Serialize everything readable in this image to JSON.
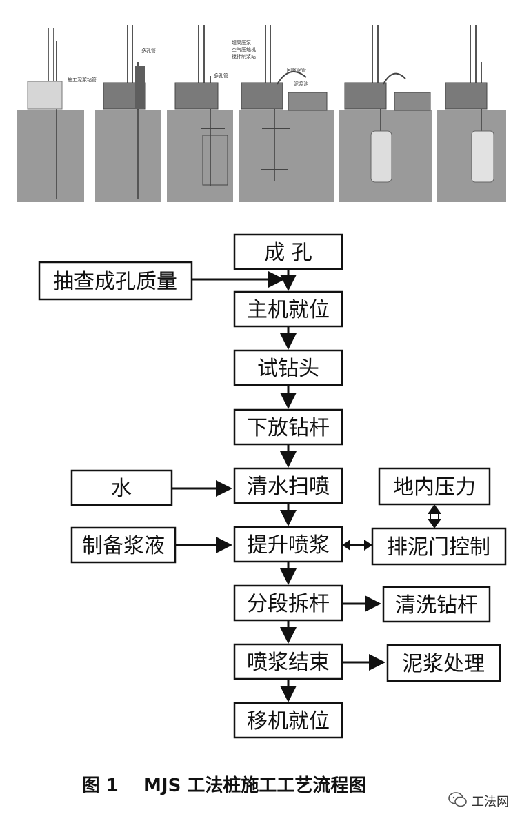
{
  "illustration": {
    "panel_labels": [
      {
        "text": "施工泥浆钻管"
      },
      {
        "text": "多孔管"
      },
      {
        "text": "多孔管"
      },
      {
        "text": "超高压泵"
      },
      {
        "text": "空气压缩机"
      },
      {
        "text": "搅拌制浆站"
      },
      {
        "text": "回浆泥管"
      },
      {
        "text": "泥浆池"
      }
    ]
  },
  "flowchart": {
    "steps": {
      "s1": "成 孔",
      "s2": "主机就位",
      "s3": "试钻头",
      "s4": "下放钻杆",
      "s5": "清水扫喷",
      "s6": "提升喷浆",
      "s7": "分段拆杆",
      "s8": "喷浆结束",
      "s9": "移机就位"
    },
    "inputs": {
      "check": "抽查成孔质量",
      "water": "水",
      "slurry": "制备浆液"
    },
    "side": {
      "pressure": "地内压力",
      "valve": "排泥门控制",
      "clean": "清洗钻杆",
      "mud": "泥浆处理"
    }
  },
  "caption": {
    "figure": "图 1",
    "title": "MJS 工法桩施工工艺流程图"
  },
  "watermark": {
    "icon": "wechat-icon",
    "text": "工法网"
  }
}
